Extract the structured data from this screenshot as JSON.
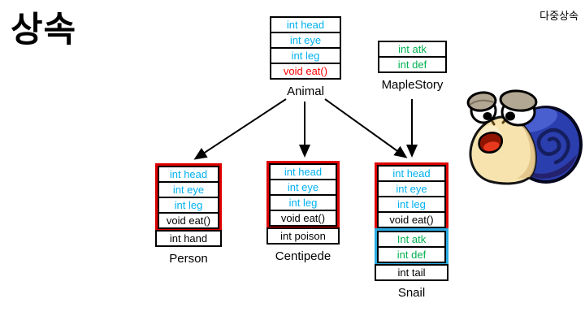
{
  "title": "상속",
  "corner_note": "다중상속",
  "colors": {
    "member_cyan": "#00B0F0",
    "method_red": "#FF0000",
    "member_green": "#00B050",
    "inherit_red": "#DE0000",
    "maple_blue": "#29ABE2",
    "box_border": "#000000",
    "snail_shell_blue": "#2B3EAE",
    "snail_body_cream": "#F6E3AE"
  },
  "diagram": {
    "animal": {
      "label": "Animal",
      "rows": [
        "int head",
        "int eye",
        "int leg",
        "void eat()"
      ]
    },
    "maplestory": {
      "label": "MapleStory",
      "rows": [
        "int atk",
        "int def"
      ]
    },
    "person": {
      "label": "Person",
      "inherited_rows": [
        "int head",
        "int eye",
        "int leg",
        "void eat()"
      ],
      "own_rows": [
        "int hand"
      ]
    },
    "centipede": {
      "label": "Centipede",
      "inherited_rows": [
        "int head",
        "int eye",
        "int leg",
        "void eat()"
      ],
      "own_rows": [
        "int poison"
      ]
    },
    "snail": {
      "label": "Snail",
      "inherited_rows": [
        "int head",
        "int eye",
        "int leg",
        "void eat()"
      ],
      "maple_rows": [
        "Int atk",
        "int def"
      ],
      "own_rows": [
        "int tail"
      ]
    }
  },
  "images": {
    "snail_character": "maplestory-blue-snail-cartoon"
  }
}
